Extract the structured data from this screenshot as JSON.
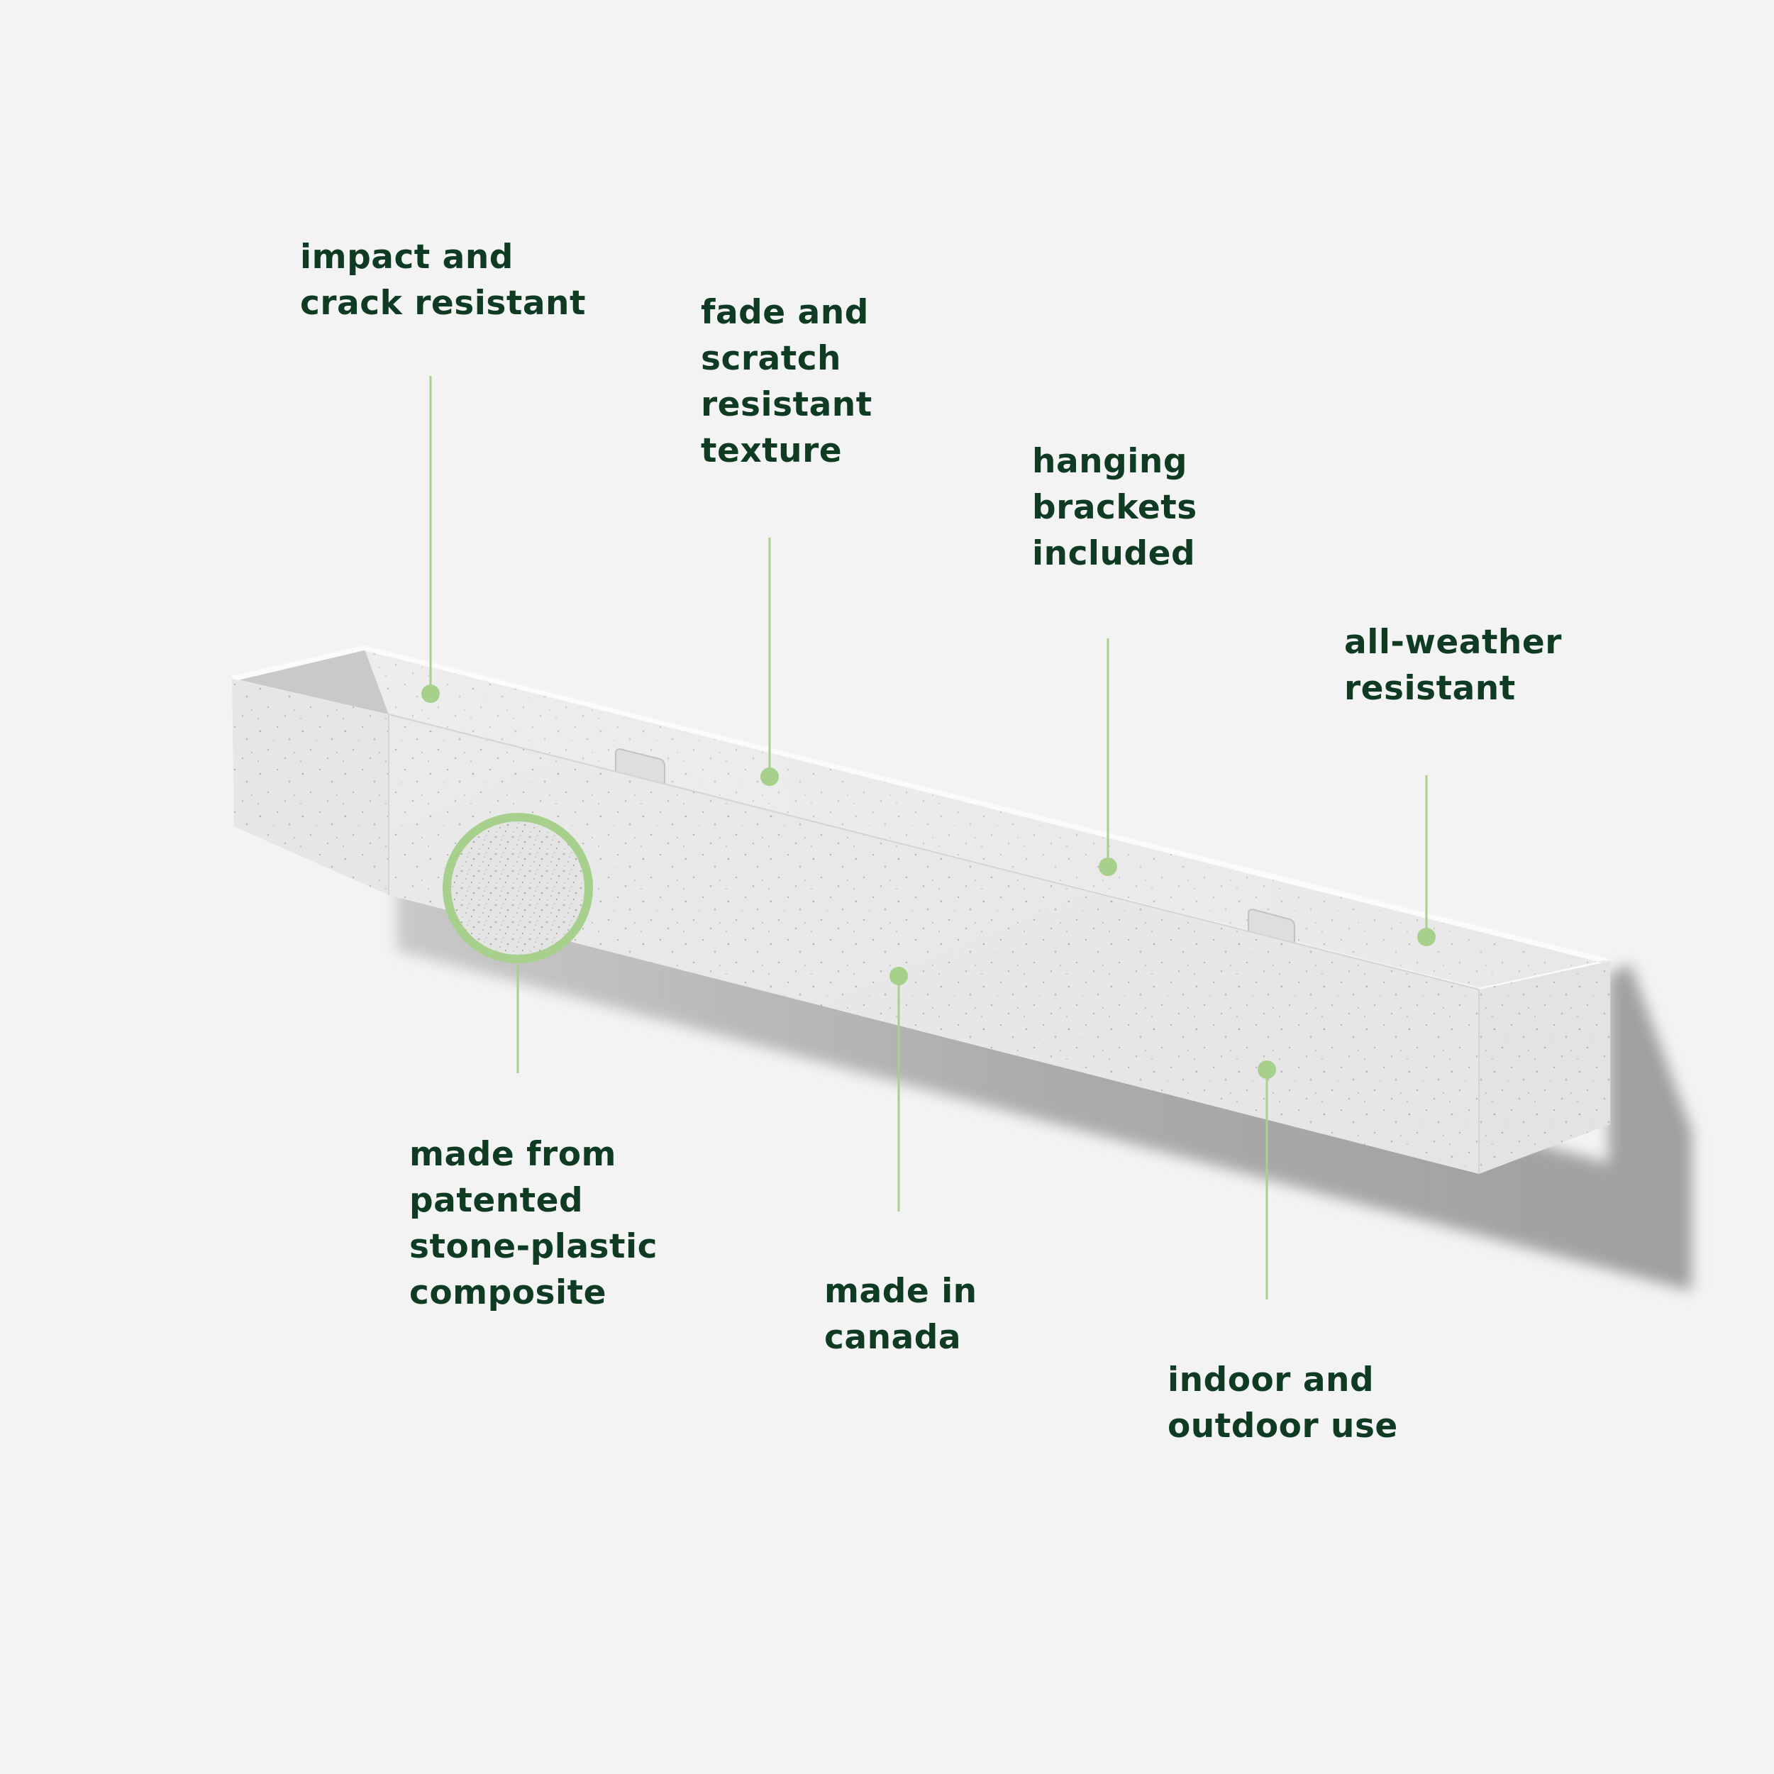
{
  "colors": {
    "background": "#f3f3f3",
    "text": "#0f3b22",
    "accent": "#a8d08d",
    "planter": "#e9e9e9"
  },
  "callouts": [
    {
      "id": "impact",
      "lines": [
        "impact and",
        "crack resistant"
      ]
    },
    {
      "id": "fade",
      "lines": [
        "fade and",
        "scratch",
        "resistant",
        "texture"
      ]
    },
    {
      "id": "hanging",
      "lines": [
        "hanging",
        "brackets",
        "included"
      ]
    },
    {
      "id": "weather",
      "lines": [
        "all-weather",
        "resistant"
      ]
    },
    {
      "id": "stone",
      "lines": [
        "made from",
        "patented",
        "stone-plastic",
        "composite"
      ]
    },
    {
      "id": "canada",
      "lines": [
        "made in",
        "canada"
      ]
    },
    {
      "id": "indoor",
      "lines": [
        "indoor and",
        "outdoor use"
      ]
    }
  ]
}
